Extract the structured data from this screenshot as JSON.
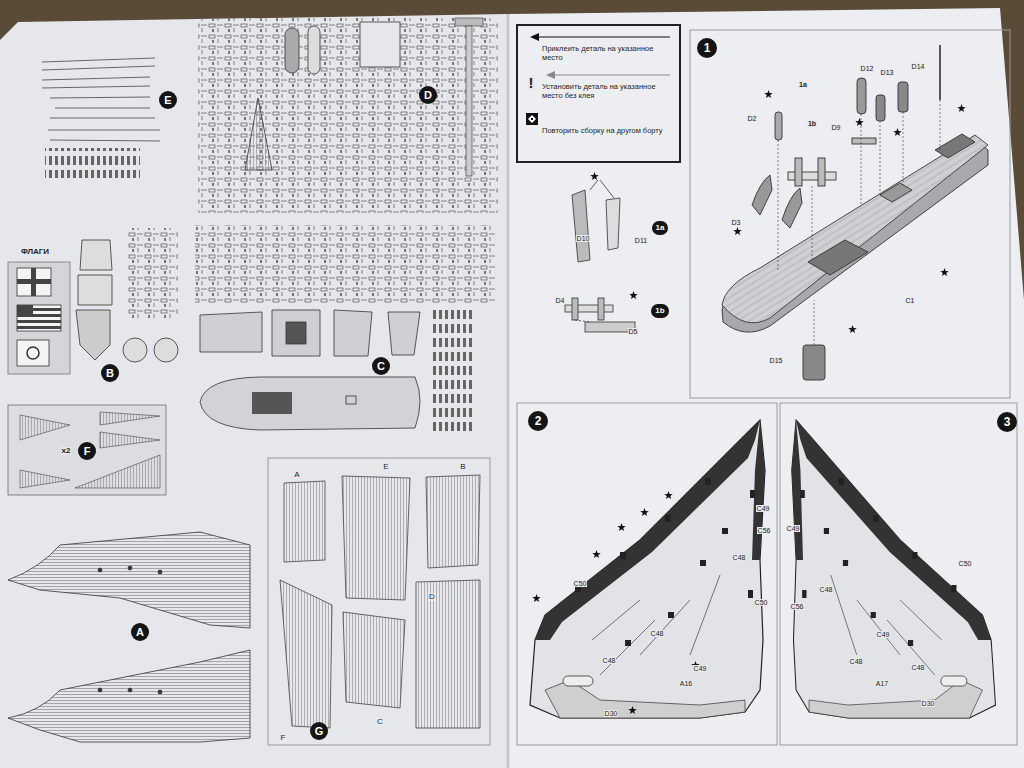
{
  "diagram": {
    "nodes": [
      {
        "text": [
          "E"
        ]
      },
      {
        "text": [
          "D"
        ]
      },
      {
        "text": [
          "B"
        ]
      },
      {
        "text": [
          "C"
        ]
      },
      {
        "text": [
          "F"
        ]
      },
      {
        "text": [
          "A"
        ]
      },
      {
        "text": [
          "G"
        ]
      },
      {
        "text": [
          "1"
        ]
      },
      {
        "text": [
          "1a"
        ]
      },
      {
        "text": [
          "1b"
        ]
      },
      {
        "text": [
          "2"
        ]
      },
      {
        "text": [
          "3"
        ]
      }
    ],
    "labels": [
      "ФЛАГИ",
      "x2",
      "A",
      "E",
      "B",
      "D",
      "F",
      "C",
      "!",
      "D12",
      "D13",
      "D14",
      "1a",
      "D2",
      "1b",
      "D9",
      "D3",
      "D10",
      "D11",
      "D4",
      "D5",
      "C1",
      "D15",
      "C49",
      "C56",
      "C48",
      "C50",
      "C48",
      "C48",
      "C49",
      "C50",
      "A16",
      "D30",
      "C49",
      "C48",
      "C56",
      "C50",
      "C49",
      "C48",
      "C48",
      "A17",
      "D30"
    ],
    "legend": [
      {
        "text": "Приклеить деталь на указанное место"
      },
      {
        "text": "Установить деталь на указанное место без клея"
      },
      {
        "text": "Повторить сборку на другом борту"
      }
    ]
  }
}
